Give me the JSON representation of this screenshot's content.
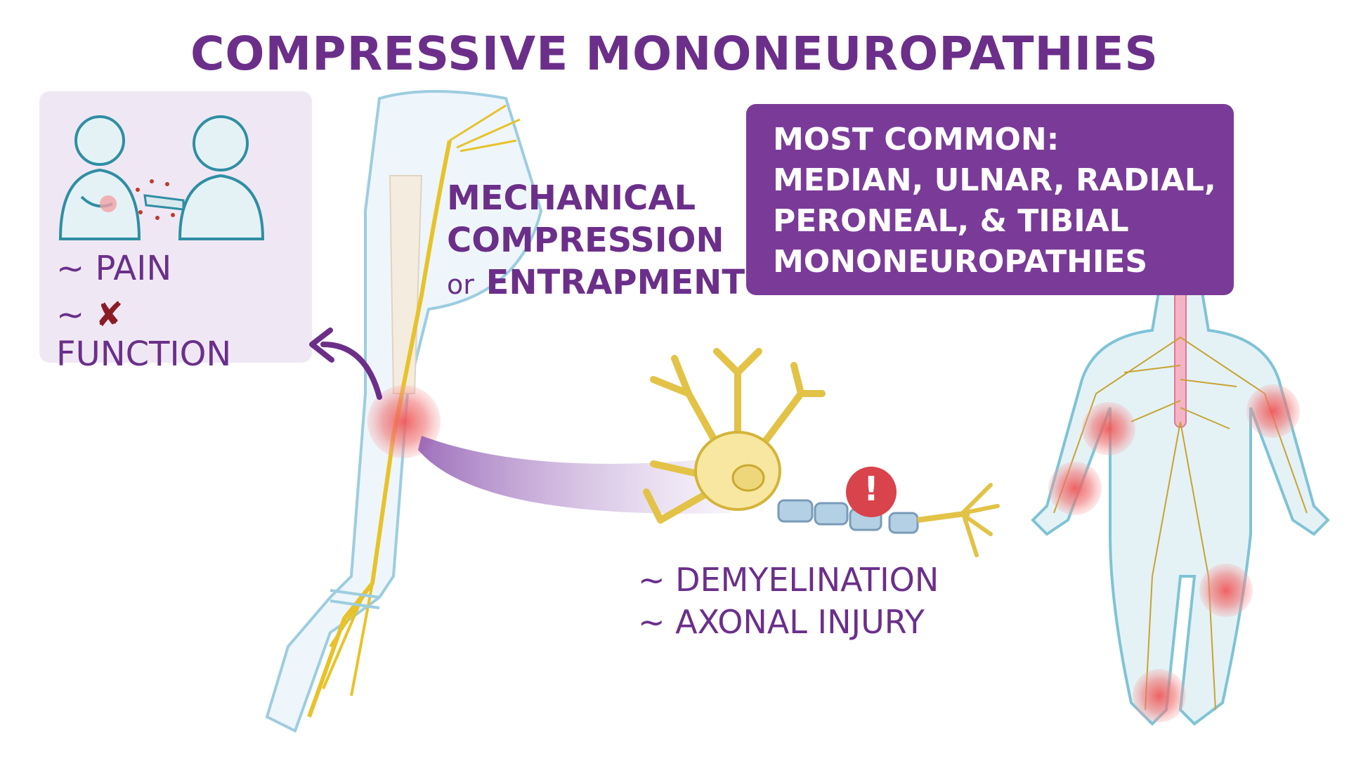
{
  "title": "COMPRESSIVE MONONEUROPATHIES",
  "effects": {
    "pain": "~ PAIN",
    "function_prefix": "~",
    "function_mark": "✘",
    "function_text": "FUNCTION"
  },
  "mechanism": {
    "line1": "MECHANICAL",
    "line2": "COMPRESSION",
    "or": "or",
    "line3": "ENTRAPMENT"
  },
  "most_common": {
    "heading": "MOST COMMON:",
    "line1": "MEDIAN, ULNAR, RADIAL,",
    "line2": "PERONEAL, & TIBIAL",
    "line3": "MONONEUROPATHIES"
  },
  "outcomes": {
    "demyelination": "~ DEMYELINATION",
    "axonal": "~ AXONAL INJURY"
  },
  "alert_symbol": "!",
  "colors": {
    "purple": "#6b2f8a",
    "box_purple": "#7a3b98",
    "nerve_yellow": "#e8c22a",
    "hotspot_red": "#ef5a5a",
    "alert_red": "#d9434b"
  }
}
